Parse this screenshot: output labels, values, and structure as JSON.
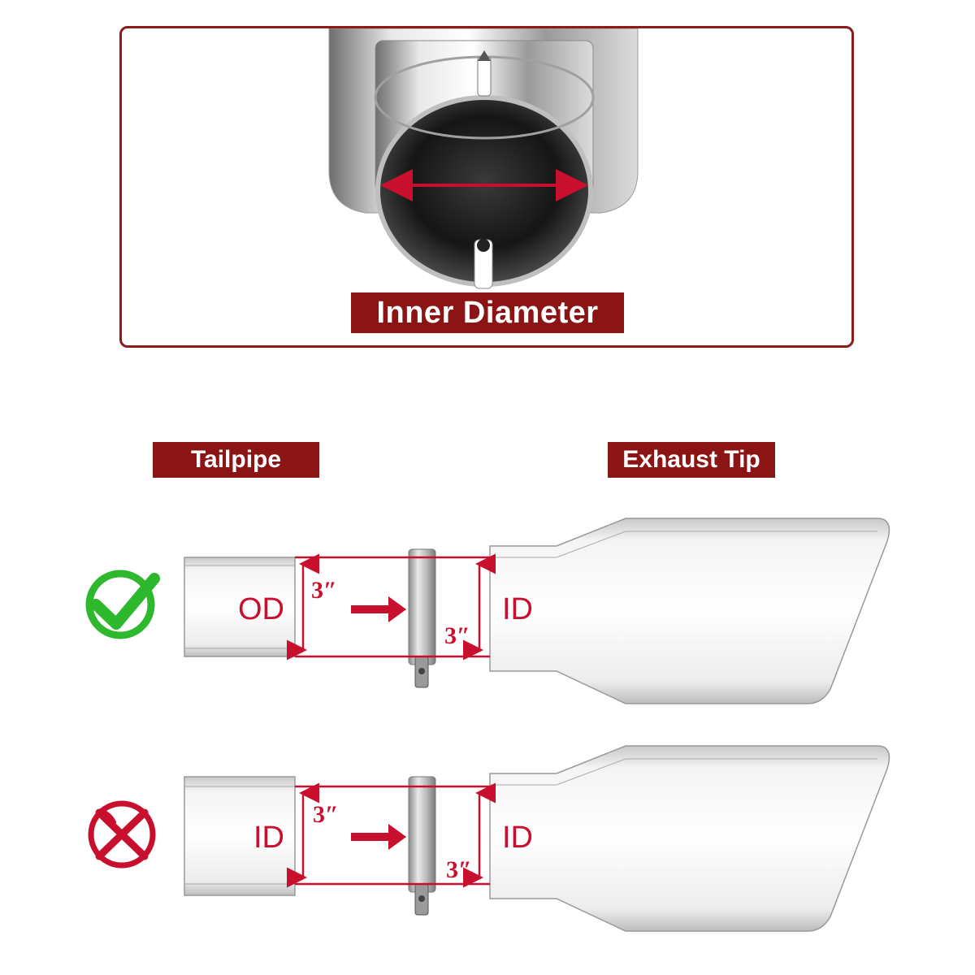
{
  "top_section": {
    "label": "Inner Diameter"
  },
  "headers": {
    "tailpipe": "Tailpipe",
    "exhaust_tip": "Exhaust Tip"
  },
  "rows": [
    {
      "status": "correct",
      "status_icon": "checkmark-icon",
      "status_color": "#2db82d",
      "tailpipe_label": "OD",
      "tip_label": "ID",
      "tailpipe_dimension": "3″",
      "tip_dimension": "3″"
    },
    {
      "status": "incorrect",
      "status_icon": "cross-icon",
      "status_color": "#c8102e",
      "tailpipe_label": "ID",
      "tip_label": "ID",
      "tailpipe_dimension": "3″",
      "tip_dimension": "3″"
    }
  ],
  "colors": {
    "accent": "#8b1414",
    "dimension_line": "#c8102e"
  }
}
